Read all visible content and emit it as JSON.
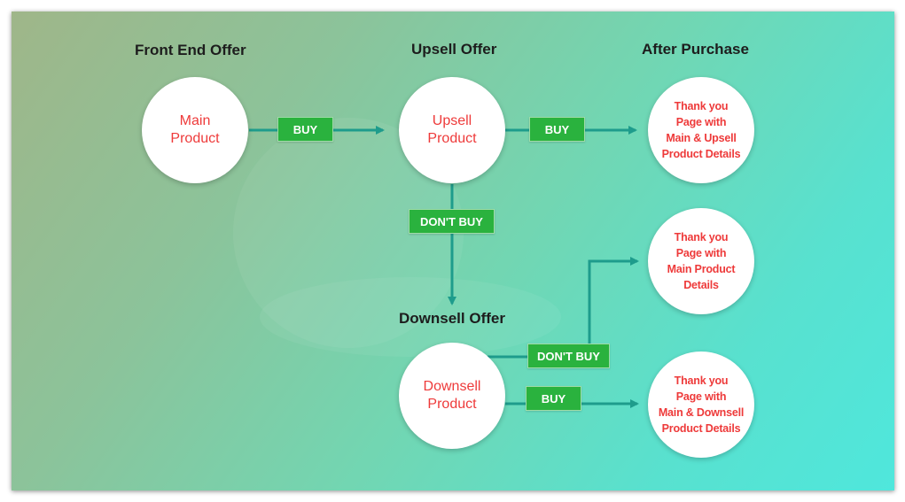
{
  "headings": {
    "front_end": "Front End Offer",
    "upsell": "Upsell Offer",
    "after_purchase": "After Purchase",
    "downsell": "Downsell Offer"
  },
  "nodes": {
    "main_product": [
      "Main",
      "Product"
    ],
    "upsell_product": [
      "Upsell",
      "Product"
    ],
    "downsell_product": [
      "Downsell",
      "Product"
    ],
    "thank_you_main_upsell": [
      "Thank you",
      "Page with",
      "Main & Upsell",
      "Product Details"
    ],
    "thank_you_main": [
      "Thank you",
      "Page with",
      "Main Product",
      "Details"
    ],
    "thank_you_main_downsell": [
      "Thank you",
      "Page with",
      "Main & Downsell",
      "Product Details"
    ]
  },
  "buttons": {
    "buy_main": "BUY",
    "buy_upsell": "BUY",
    "dont_buy_upsell": "DON'T BUY",
    "dont_buy_downsell": "DON'T BUY",
    "buy_downsell": "BUY"
  },
  "colors": {
    "button": "#2ab23e",
    "node_text": "#ee3a3a",
    "arrow": "#1e9c8c"
  }
}
